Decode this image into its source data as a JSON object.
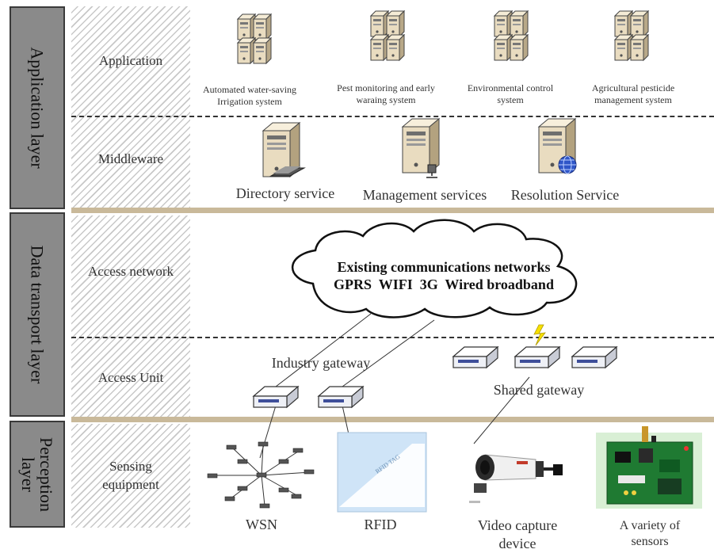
{
  "layers": {
    "application": "Application layer",
    "transport": "Data transport layer",
    "perception": "Perception layer"
  },
  "sublayers": {
    "application": "Application",
    "middleware": "Middleware",
    "access_network": "Access network",
    "access_unit": "Access Unit",
    "sensing": "Sensing equipment"
  },
  "applications": [
    "Automated water-saving Irrigation system",
    "Pest monitoring and early waraing system",
    "Environmental control system",
    "Agricultural pesticide management system"
  ],
  "middleware": [
    "Directory service",
    "Management services",
    "Resolution Service"
  ],
  "cloud": {
    "line1": "Existing communications networks",
    "line2": "GPRS  WIFI  3G  Wired broadband"
  },
  "gateways": {
    "industry": "Industry gateway",
    "shared": "Shared gateway"
  },
  "devices": [
    "WSN",
    "RFID",
    "Video capture device",
    "A variety of sensors"
  ],
  "rfid_tag_text": "RFID TAG",
  "colors": {
    "layer_box": "#8a8a8a",
    "separator_band": "#c9b99a",
    "server_body": "#e9dcc0",
    "gateway_body": "#eef0f6",
    "lightning": "#f6e000"
  }
}
